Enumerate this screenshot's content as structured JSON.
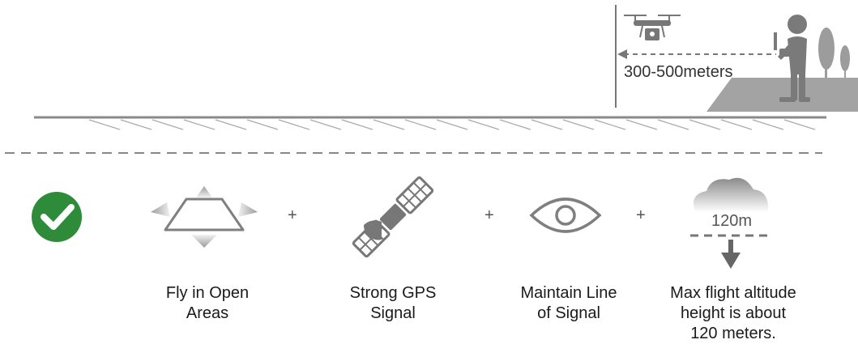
{
  "scene": {
    "distance_label": "300-500meters"
  },
  "conditions": {
    "plus_sign": "+",
    "items": [
      {
        "icon": "open-area-icon",
        "line1": "Fly in Open",
        "line2": "Areas"
      },
      {
        "icon": "gps-satellite-icon",
        "line1": "Strong GPS",
        "line2": "Signal"
      },
      {
        "icon": "eye-icon",
        "line1": "Maintain Line",
        "line2": "of Signal"
      },
      {
        "icon": "altitude-cloud-icon",
        "line1": "Max flight altitude",
        "line2": "height is about",
        "line3": "120 meters."
      }
    ],
    "altitude_value": "120m"
  },
  "colors": {
    "check_green": "#2e8b3a",
    "ground": "#9a9a9a",
    "icon_gray": "#7f7f7f"
  }
}
